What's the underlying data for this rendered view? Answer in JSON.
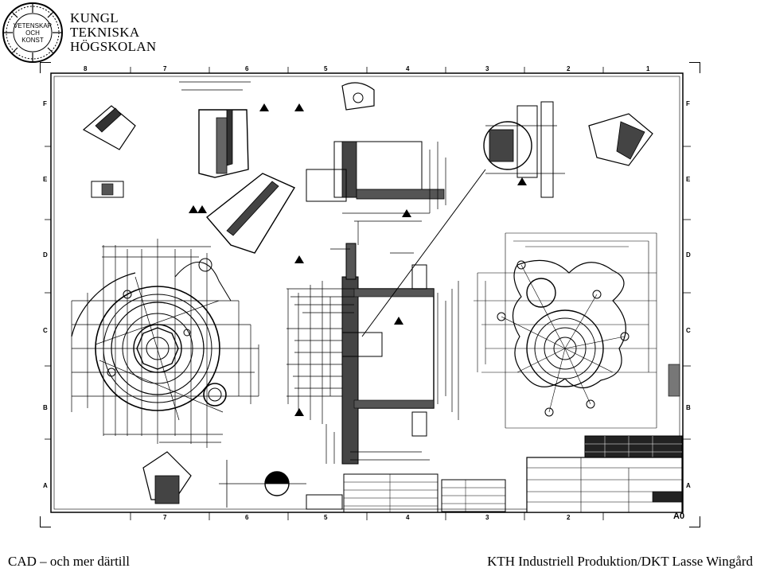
{
  "logo": {
    "seal_text": [
      "VETENSKAP",
      "OCH",
      "KONST"
    ],
    "wordmark": [
      "KUNGL",
      "TEKNISKA",
      "HÖGSKOLAN"
    ]
  },
  "drawing": {
    "sheet_size": "A0",
    "zone_columns": [
      "8",
      "7",
      "6",
      "5",
      "4",
      "3",
      "2",
      "1"
    ],
    "zone_rows": [
      "F",
      "E",
      "D",
      "C",
      "B",
      "A"
    ]
  },
  "footer": {
    "left": "CAD – och mer därtill",
    "right": "KTH Industriell Produktion/DKT Lasse Wingård"
  },
  "colors": {
    "ink": "#000000",
    "paper": "#ffffff"
  }
}
